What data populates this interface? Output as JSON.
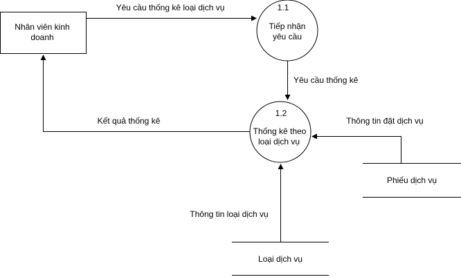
{
  "entity": {
    "label_line1": "Nhân viên kinh",
    "label_line2": "doanh"
  },
  "process_1": {
    "id": "1.1",
    "label_line1": "Tiếp nhận",
    "label_line2": "yêu cầu"
  },
  "process_2": {
    "id": "1.2",
    "label_line1": "Thống kê theo",
    "label_line2": "loại dịch vụ"
  },
  "store_phieu": {
    "label": "Phiếu dịch vụ"
  },
  "store_loai": {
    "label": "Loại dịch vụ"
  },
  "flows": {
    "request_to_p1": "Yêu cầu thống kê loại dịch vụ",
    "p1_to_p2": "Yêu cầu thống kê",
    "p2_to_entity": "Kết quả thống kê",
    "phieu_to_p2": "Thông tin đặt dịch vụ",
    "loai_to_p2": "Thông tin loại dịch vụ"
  }
}
